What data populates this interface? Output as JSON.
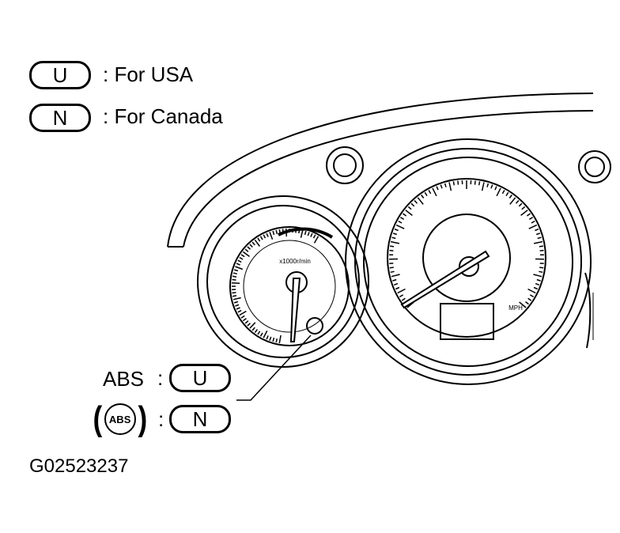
{
  "legend": {
    "usa": {
      "code": "U",
      "label": ": For USA"
    },
    "canada": {
      "code": "N",
      "label": ": For Canada"
    }
  },
  "callouts": {
    "abs_text": {
      "label": "ABS",
      "sep": ":",
      "code": "U"
    },
    "abs_symbol": {
      "symbol": "ABS",
      "open": "(",
      "close": ")",
      "sep": ":",
      "code": "N"
    }
  },
  "gauges": {
    "tachometer_label": "x1000r/min",
    "speedometer_unit": "MPH"
  },
  "figure_id": "G02523237"
}
